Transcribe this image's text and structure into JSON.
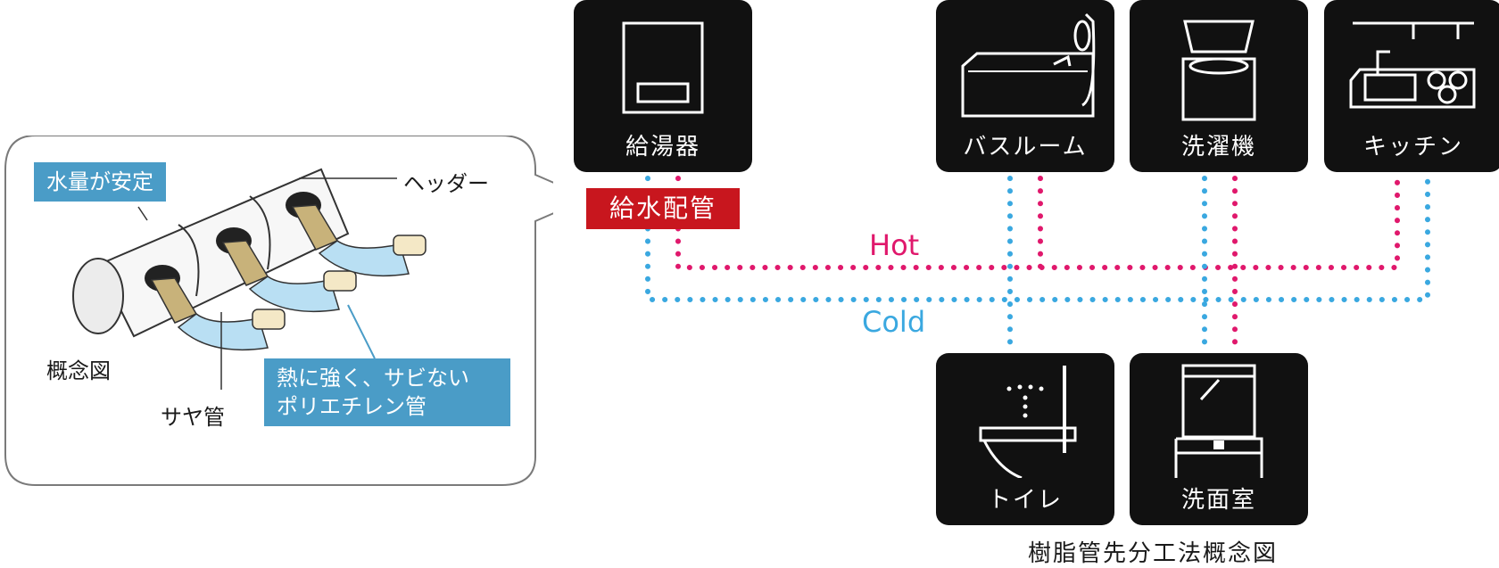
{
  "callout": {
    "tag_water": "水量が安定",
    "tag_header": "ヘッダー",
    "tag_concept": "概念図",
    "tag_saya": "サヤ管",
    "tag_poly_line1": "熱に強く、サビない",
    "tag_poly_line2": "ポリエチレン管"
  },
  "fixtures": {
    "heater": "給湯器",
    "bathroom": "バスルーム",
    "washer": "洗濯機",
    "kitchen": "キッチン",
    "toilet": "トイレ",
    "washroom": "洗面室"
  },
  "supply_label": "給水配管",
  "flow": {
    "hot": "Hot",
    "cold": "Cold"
  },
  "caption": "樹脂管先分工法概念図",
  "colors": {
    "hot": "#e0186c",
    "cold": "#3aa8e0",
    "badge": "#c8161e",
    "tag": "#4a9cc7"
  },
  "icons": [
    "water-heater-icon",
    "bathtub-icon",
    "washing-machine-icon",
    "kitchen-icon",
    "toilet-icon",
    "vanity-icon"
  ]
}
